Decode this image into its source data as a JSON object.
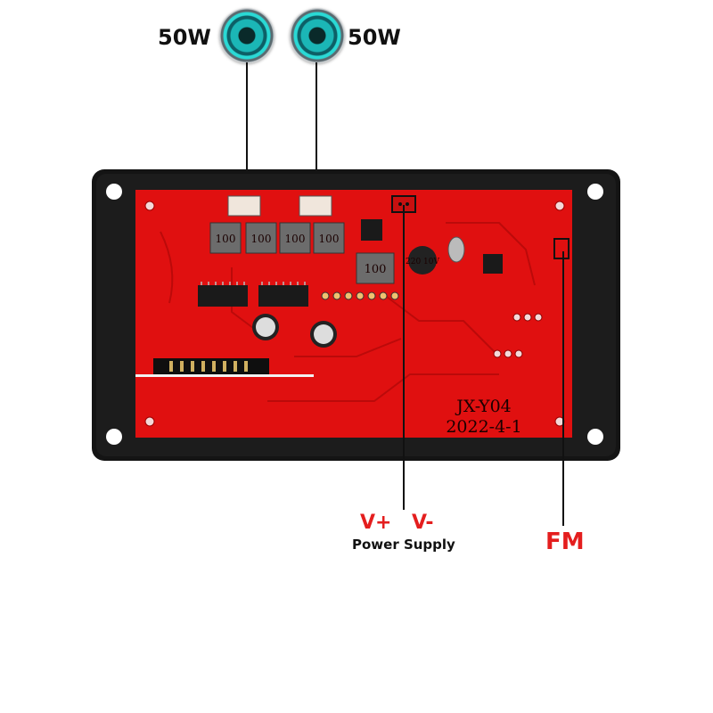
{
  "labels": {
    "left_speaker_power": "50W",
    "right_speaker_power": "50W",
    "power_polarity_plus": "V+",
    "power_polarity_minus": "V-",
    "power_supply": "Power Supply",
    "fm": "FM"
  },
  "board": {
    "model": "JX-Y04",
    "date": "2022-4-1",
    "inductor_marks": [
      "100",
      "100",
      "100",
      "100",
      "100"
    ],
    "capacitor_mark": "220 10V"
  },
  "icons": [
    "speaker-icon",
    "speaker-icon"
  ],
  "colors": {
    "pcb": "#e01010",
    "frame": "#151515",
    "accent_label": "#e41e1e"
  }
}
